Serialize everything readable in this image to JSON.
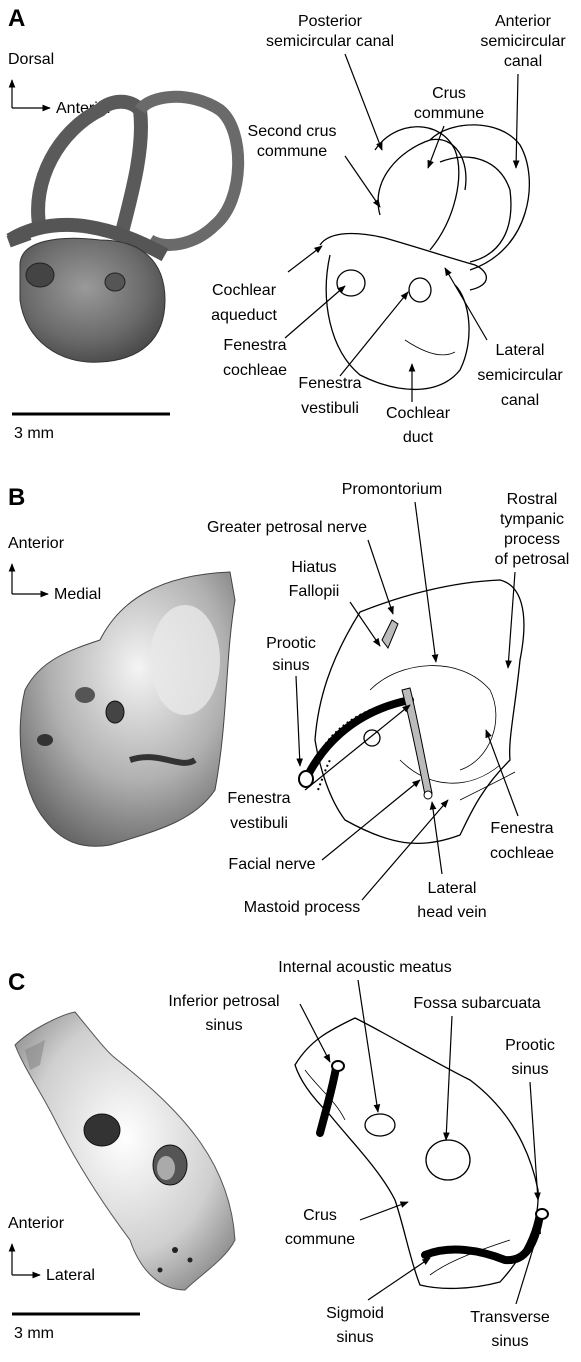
{
  "panels": {
    "a": {
      "letter": "A",
      "orientation": {
        "vertical": "Dorsal",
        "horizontal": "Anterior"
      },
      "scale_bar": "3 mm",
      "labels": {
        "posterior_canal": [
          "Posterior",
          "semicircular canal"
        ],
        "anterior_canal": [
          "Anterior",
          "semicircular",
          "canal"
        ],
        "crus_commune": [
          "Crus",
          "commune"
        ],
        "second_crus": [
          "Second crus",
          "commune"
        ],
        "cochlear_aqueduct": [
          "Cochlear",
          "aqueduct"
        ],
        "fenestra_cochleae": [
          "Fenestra",
          "cochleae"
        ],
        "fenestra_vestibuli": [
          "Fenestra",
          "vestibuli"
        ],
        "lateral_canal": [
          "Lateral",
          "semicircular",
          "canal"
        ],
        "cochlear_duct": [
          "Cochlear",
          "duct"
        ]
      }
    },
    "b": {
      "letter": "B",
      "orientation": {
        "vertical": "Anterior",
        "horizontal": "Medial"
      },
      "labels": {
        "promontorium": [
          "Promontorium"
        ],
        "rostral_tympanic": [
          "Rostral",
          "tympanic",
          "process",
          "of petrosal"
        ],
        "greater_petrosal": [
          "Greater petrosal nerve"
        ],
        "hiatus": [
          "Hiatus",
          "Fallopii"
        ],
        "prootic_sinus": [
          "Prootic",
          "sinus"
        ],
        "fenestra_vestibuli": [
          "Fenestra",
          "vestibuli"
        ],
        "facial_nerve": [
          "Facial nerve"
        ],
        "mastoid": [
          "Mastoid process"
        ],
        "lateral_head_vein": [
          "Lateral",
          "head vein"
        ],
        "fenestra_cochleae": [
          "Fenestra",
          "cochleae"
        ]
      }
    },
    "c": {
      "letter": "C",
      "orientation": {
        "vertical": "Anterior",
        "horizontal": "Lateral"
      },
      "scale_bar": "3 mm",
      "labels": {
        "internal_meatus": [
          "Internal acoustic meatus"
        ],
        "inferior_petrosal": [
          "Inferior petrosal",
          "sinus"
        ],
        "fossa": [
          "Fossa subarcuata"
        ],
        "prootic_sinus": [
          "Prootic",
          "sinus"
        ],
        "crus_commune": [
          "Crus",
          "commune"
        ],
        "sigmoid": [
          "Sigmoid",
          "sinus"
        ],
        "transverse": [
          "Transverse",
          "sinus"
        ]
      }
    }
  }
}
